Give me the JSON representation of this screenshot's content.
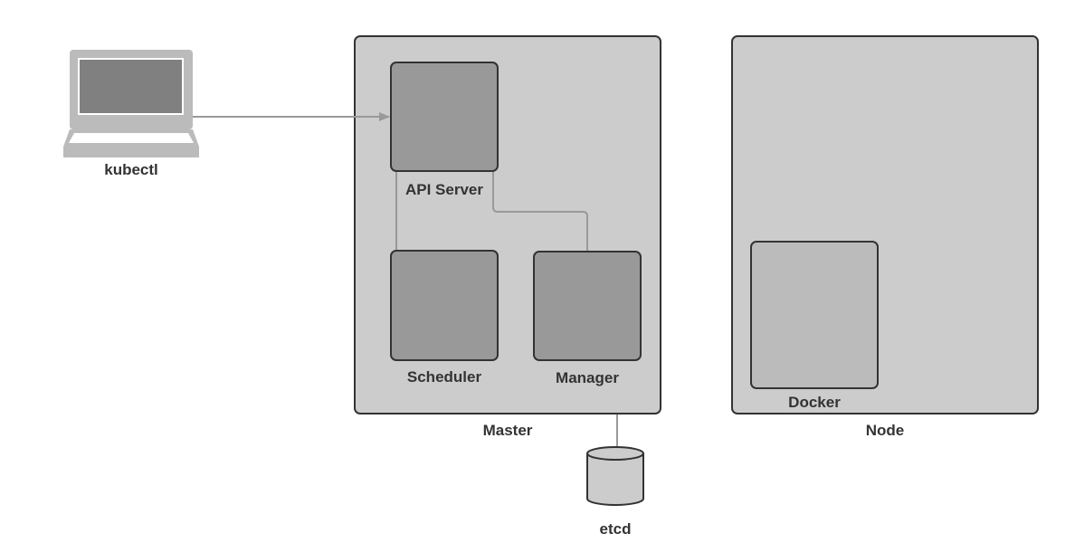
{
  "diagram": {
    "client": {
      "label": "kubectl",
      "icon": "laptop-icon"
    },
    "master": {
      "label": "Master",
      "components": {
        "api_server": "API Server",
        "scheduler": "Scheduler",
        "manager": "Manager"
      }
    },
    "node": {
      "label": "Node",
      "components": {
        "docker": "Docker"
      }
    },
    "store": {
      "label": "etcd",
      "icon": "database-cylinder-icon"
    },
    "colors": {
      "container_fill": "#cccccc",
      "component_fill": "#999999",
      "docker_fill": "#bbbbbb",
      "stroke": "#333333",
      "connector": "#999999"
    }
  }
}
